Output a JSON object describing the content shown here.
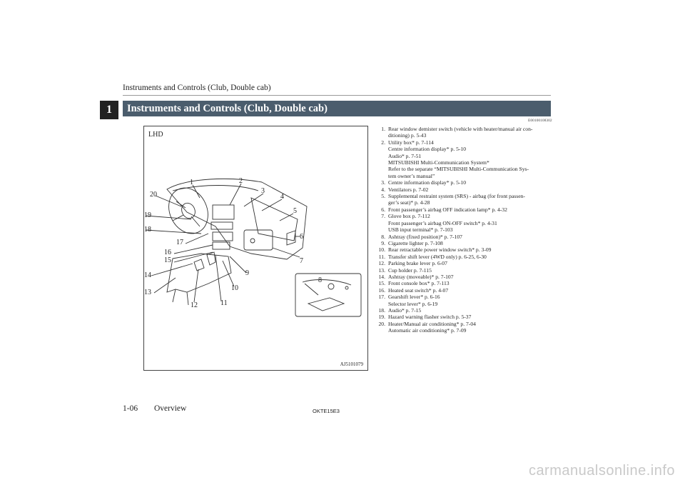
{
  "header": {
    "running_title": "Instruments and Controls (Club, Double cab)"
  },
  "chapter_tab": "1",
  "section_title": "Instruments and Controls (Club, Double cab)",
  "doc_code": "E00100108302",
  "figure": {
    "label": "LHD",
    "code": "AJ5101079",
    "callouts": [
      "1",
      "2",
      "3",
      "4",
      "5",
      "6",
      "7",
      "8",
      "9",
      "10",
      "11",
      "12",
      "13",
      "14",
      "15",
      "16",
      "17",
      "18",
      "19",
      "20"
    ]
  },
  "legend": [
    {
      "num": "1.",
      "lines": [
        "Rear window demister switch (vehicle with heater/manual air con-",
        "ditioning) p. 5-43"
      ]
    },
    {
      "num": "2.",
      "lines": [
        "Utility box* p. 7-114",
        "Centre information display* p. 5-10",
        "Audio* p. 7-51",
        "MITSUBISHI Multi-Communication System*",
        "Refer to the separate “MITSUBISHI Multi-Communication Sys-",
        "tem owner’s manual”"
      ]
    },
    {
      "num": "3.",
      "lines": [
        "Centre information display* p. 5-10"
      ]
    },
    {
      "num": "4.",
      "lines": [
        "Ventilators p. 7-02"
      ]
    },
    {
      "num": "5.",
      "lines": [
        "Supplemental restraint system (SRS) - airbag (for front passen-",
        "ger’s seat)* p. 4-28"
      ]
    },
    {
      "num": "6.",
      "lines": [
        "Front passenger’s airbag OFF indication lamp* p. 4-32"
      ]
    },
    {
      "num": "7.",
      "lines": [
        "Glove box p. 7-112",
        "Front passenger’s airbag ON-OFF switch* p. 4-31",
        "USB input terminal* p. 7-103"
      ]
    },
    {
      "num": "8.",
      "lines": [
        "Ashtray (fixed position)* p. 7-107"
      ]
    },
    {
      "num": "9.",
      "lines": [
        "Cigarette lighter p. 7-108"
      ]
    },
    {
      "num": "10.",
      "lines": [
        "Rear retractable power window switch* p. 3-09"
      ]
    },
    {
      "num": "11.",
      "lines": [
        "Transfer shift lever (4WD only) p. 6-25, 6-30"
      ]
    },
    {
      "num": "12.",
      "lines": [
        "Parking brake lever p. 6-07"
      ]
    },
    {
      "num": "13.",
      "lines": [
        "Cup holder p. 7-115"
      ]
    },
    {
      "num": "14.",
      "lines": [
        "Ashtray (moveable)* p. 7-107"
      ]
    },
    {
      "num": "15.",
      "lines": [
        "Front console box* p. 7-113"
      ]
    },
    {
      "num": "16.",
      "lines": [
        "Heated seat switch* p. 4-07"
      ]
    },
    {
      "num": "17.",
      "lines": [
        "Gearshift lever* p. 6-16",
        "Selector lever* p. 6-19"
      ]
    },
    {
      "num": "18.",
      "lines": [
        "Audio* p. 7-15"
      ]
    },
    {
      "num": "19.",
      "lines": [
        "Hazard warning flasher switch p. 5-37"
      ]
    },
    {
      "num": "20.",
      "lines": [
        "Heater/Manual air conditioning* p. 7-04",
        "Automatic air conditioning* p. 7-09"
      ]
    }
  ],
  "footer": {
    "page": "1-06",
    "section": "Overview",
    "code": "OKTE15E3"
  },
  "watermark": "carmanualsonline.info"
}
